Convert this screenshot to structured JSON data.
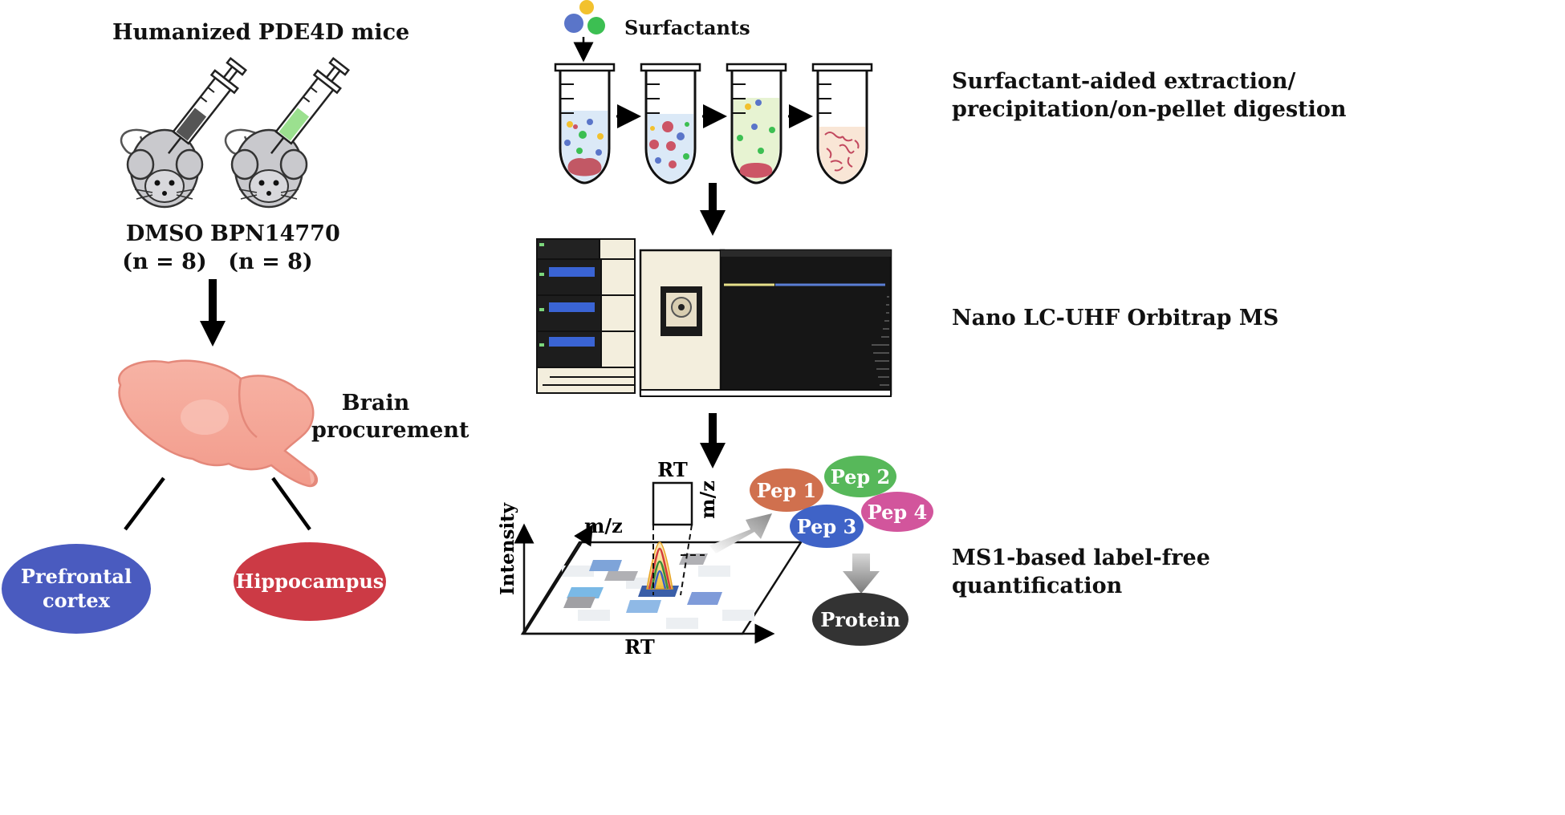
{
  "left_panel": {
    "title": "Humanized PDE4D mice",
    "groups": [
      {
        "name": "DMSO",
        "n": "(n = 8)"
      },
      {
        "name": "BPN14770",
        "n": "(n = 8)"
      }
    ],
    "brain_step": "Brain\nprocurement",
    "regions": [
      {
        "label": "Prefrontal\ncortex",
        "color": "#4a5bbf"
      },
      {
        "label": "Hippocampus",
        "color": "#cc3a45"
      }
    ]
  },
  "right_panel": {
    "surfactants_label": "Surfactants",
    "step_extraction": "Surfactant-aided extraction/\nprecipitation/on-pellet digestion",
    "step_ms": "Nano LC-UHF Orbitrap MS",
    "step_quant": "MS1-based label-free\nquantification",
    "plot": {
      "axis_intensity": "Intensity",
      "axis_rt": "RT",
      "axis_mz": "m/z",
      "box_rt": "RT",
      "box_mz": "m/z"
    },
    "peptides": [
      {
        "label": "Pep 1",
        "color": "#d0704e"
      },
      {
        "label": "Pep 2",
        "color": "#57b85a"
      },
      {
        "label": "Pep 3",
        "color": "#3f63c7"
      },
      {
        "label": "Pep 4",
        "color": "#d2559c"
      }
    ],
    "protein_label": "Protein",
    "colors": {
      "surfactant_blue": "#5a75c9",
      "surfactant_yellow": "#f2c12e",
      "surfactant_green": "#3cbf52",
      "pellet": "#cc5566",
      "brain": "#f6a99a",
      "protein": "#333333"
    }
  }
}
